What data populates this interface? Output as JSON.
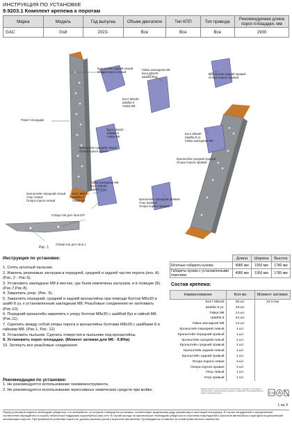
{
  "header": {
    "line1": "ИНСТРУКЦИЯ ПО УСТАНОВКЕ",
    "line2": "9.9203.1 Комплект крепежа к порогам"
  },
  "spec_table": {
    "headers": [
      "Марка",
      "Модель",
      "Год выпуска",
      "Объем двигателя",
      "Тип КПП",
      "Тип привода",
      "Рекомендуемая длина порог-площадки, мм"
    ],
    "values": [
      "GAC",
      "Gs8",
      "2023-",
      "Все",
      "Все",
      "Все",
      "1930"
    ]
  },
  "diagram": {
    "callouts": [
      "Кронштейн задний левый\nОпора порога левый",
      "Гайка закладная М8\nБолт М8х30\nШайба 8 уз.",
      "Кронштейн задний правый\nОпора порога правый",
      "Болт М8х30\nШайба 8\nГайка М8",
      "Порог-площадка",
      "Болт М8х30\nШайба 8\nГайка М8",
      "Болт М8х30\nШайба 8 уз.\nГайка закладная М8",
      "Кронштейн средний левый\nОпора порога левый",
      "Кронштейн средний правый\nОпора порога правый",
      "Гайка закладная М8\nБолт М8х30\nШайба 8 уз.",
      "Кронштейн передний левый\nУпор левый\nОпора порога левый",
      "Болт М8х30\nШайба 8\nГайка М8",
      "Кронштейн передний правый\nУпор правый\nОпора порога правый"
    ],
    "hole_d": "Отверстия для типа D/F",
    "hole_1": "Отверстие для типа 1",
    "fig_label": "Рис. 1"
  },
  "instructions": {
    "title": "Инструкция по установке:",
    "steps": [
      "1. Снять штатный пыльник.",
      "2. Извлечь резиновые заглушки в передней, средней и задней частях порога (поз. А) (Рис. 2 - Рис.6).",
      "3. Установить закладные М8 в местах, где были извлечены заглушки, и в позиции (Б). (Рис.7,Рис.8).",
      "4. Закрепить упор. (Рис. 9).",
      "5. Закрепить передний, средний и задний кронштейны при помощи болтов М8х30 и шайб 8 уз. к установленным закладным М8. Резьбовые соединения не затягивать (Рис.10).",
      "6. Передний кронштейн закрепить к упору болтом М8х30 с шайбой 8уз и гайкой М8. (Рис.11).",
      "7. Скрепить между собой опоры порога и кронштейны болтами М8х30 с шайбами 8 и гайками М8. (Рис.1, Рис. 12)",
      "8. Установить пыльник. Сделать отверстия в пыльнике под кронштейны.",
      "9. Установить порог-площадки. (Момент затяжки для М6 - 9.8Нм)",
      "10. Затянуть все резьбовые соединения."
    ]
  },
  "recommendations": {
    "title": "Рекомендации по установке:",
    "items": [
      "1. Не рекомендуется использование пневмоинструмента.",
      "2. Не рекомендуется использование агрессивных химических средств при мойке."
    ]
  },
  "dims_table": {
    "headers": [
      "",
      "Длина",
      "Ширина",
      "Высота"
    ],
    "rows": [
      [
        "Штатные габариты кузова:",
        "4980 мм",
        "1950 мм",
        "1780 мм"
      ],
      [
        "Габариты кузова с установленными порогами:",
        "4980 мм",
        "1950 мм",
        "1780 мм"
      ]
    ]
  },
  "kit": {
    "title": "Состав крепежа:",
    "headers": [
      "Наименование",
      "Кол-во",
      "Момент затяжки"
    ],
    "torque": "24.0 Нм",
    "rows": [
      [
        "Болт М8х30",
        "28 шт."
      ],
      [
        "Шайба 8 уз.",
        "18 шт."
      ],
      [
        "Гайка М8",
        "14 шт."
      ],
      [
        "Шайба 8",
        "24 шт."
      ],
      [
        "Гайка закладная М8",
        "14 шт."
      ],
      [
        "Кронштейн передний левый",
        "1 шт."
      ],
      [
        "Кронштейн передний правый",
        "1 шт."
      ],
      [
        "Кронштейн средний левый",
        "1 шт."
      ],
      [
        "Кронштейн средний правый",
        "1 шт."
      ],
      [
        "Кронштейн задний левый",
        "1 шт."
      ],
      [
        "Кронштейн задний правый",
        "1 шт."
      ],
      [
        "Опора порога левая",
        "3 шт."
      ],
      [
        "Опора порога правая",
        "3 шт."
      ],
      [
        "Упор левый",
        "1 шт."
      ],
      [
        "Упор правый",
        "1 шт."
      ]
    ]
  },
  "fine_print": "Данное изделие после окончания эксплуатации подлежит утилизации в соответствии с действующими нормами и правилами. Благодарим Вас за выбор нашей продукции.",
  "page": "1 из 3",
  "footer": "Перед установкой изделия необходимо убедиться, что автомобиль, на который планируется установка, соответствует модельному ряду, указанному в настоящей инструкции. В случае затруднений с определением соответствия обращайтесь в службу технической поддержки support@rival-auto.com. В случае выхода на приятельское необходимо убедиться в отсутствии повреждений и агрегатов автомобиля и пригодности дальнейшей эксплуатации порогов. При правильной установке пороги не должны касаться узлов и агрегатов автомобиля. Производитель оставляет за собой право вносить изменения."
}
